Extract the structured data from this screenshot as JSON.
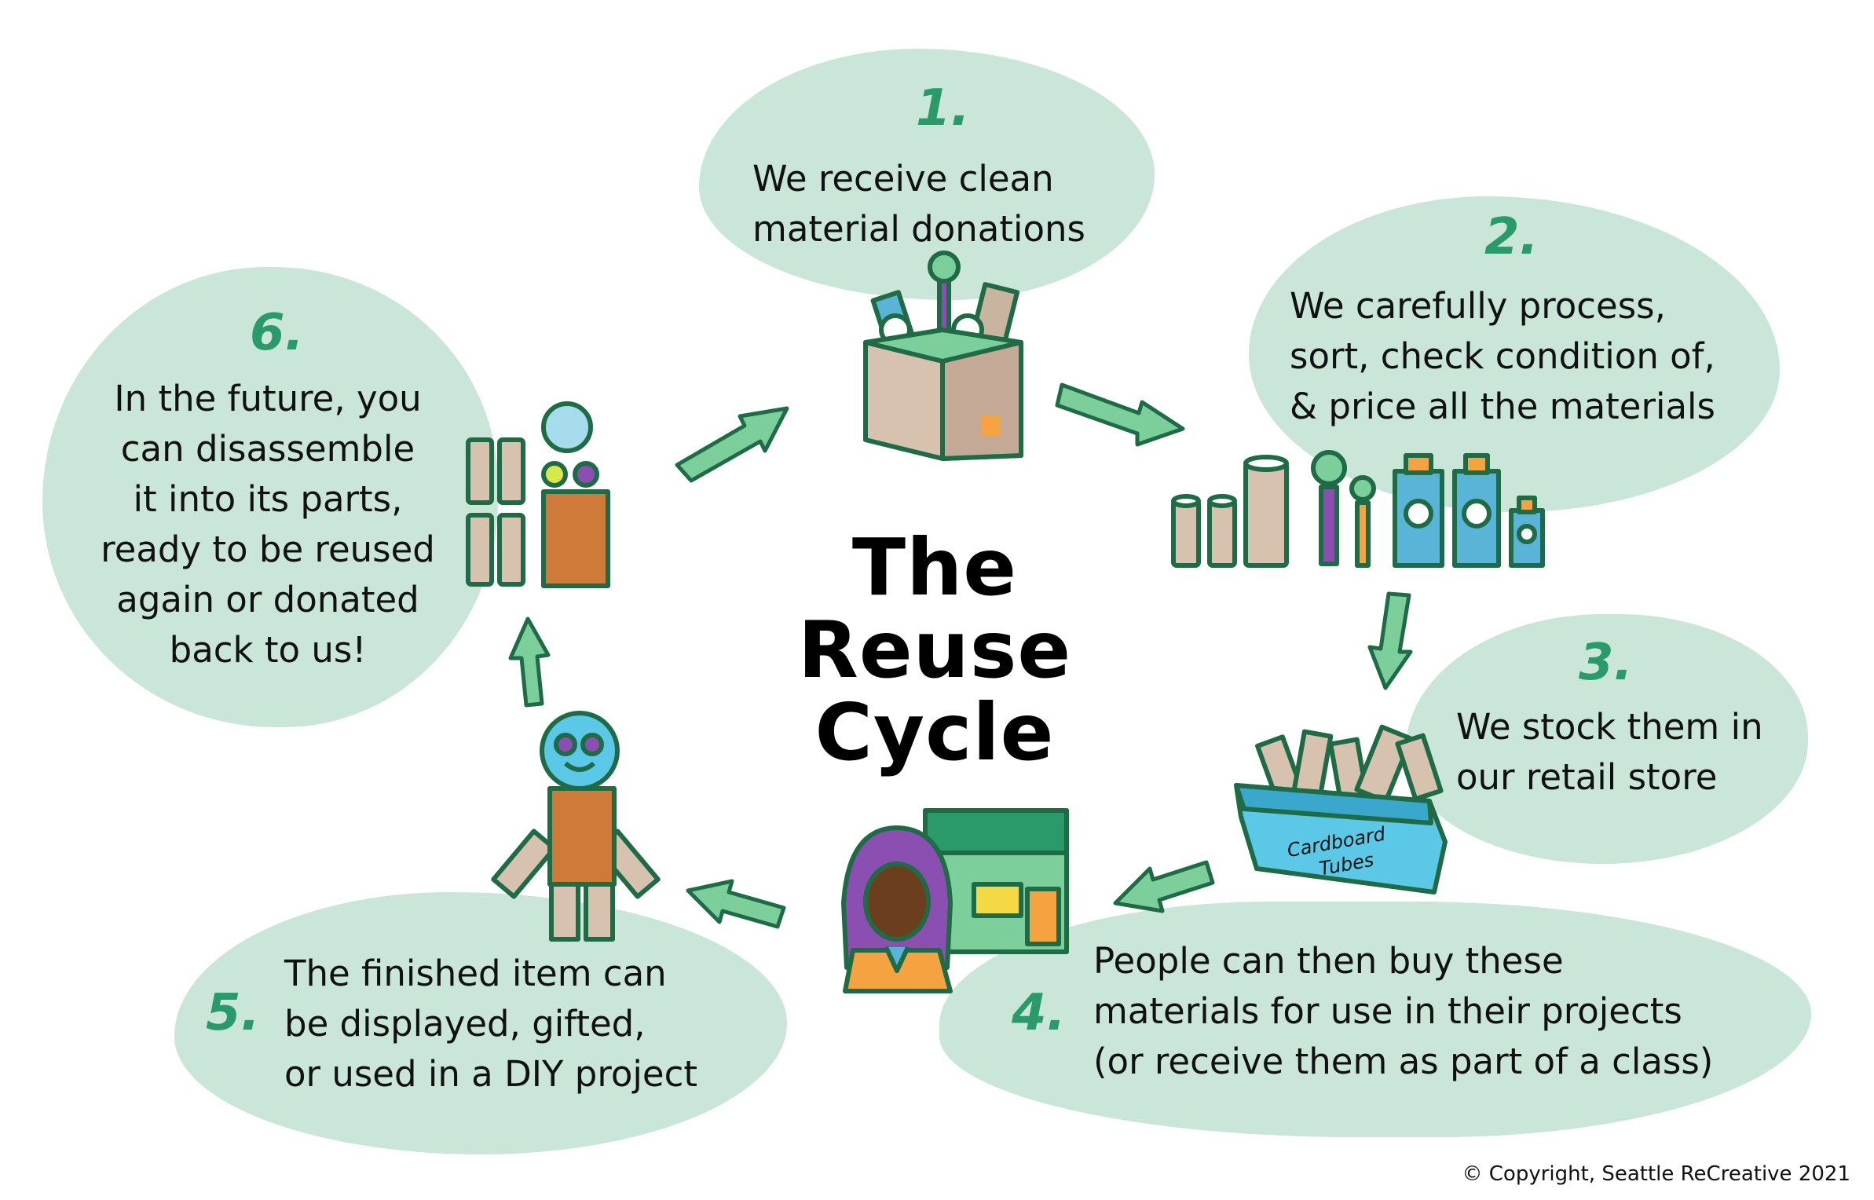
{
  "title": {
    "line1": "The",
    "line2": "Reuse Cycle"
  },
  "steps": [
    {
      "number": "1.",
      "lines": [
        "We receive clean",
        "material donations"
      ]
    },
    {
      "number": "2.",
      "lines": [
        "We carefully process,",
        "sort, check condition of,",
        "& price all the materials"
      ]
    },
    {
      "number": "3.",
      "lines": [
        "We stock them in",
        "our retail store"
      ]
    },
    {
      "number": "4.",
      "lines": [
        "People can then buy these",
        "materials for use in their projects",
        "(or receive them as part of a class)"
      ]
    },
    {
      "number": "5.",
      "lines": [
        "The finished item can",
        "be displayed, gifted,",
        "or used in a DIY project"
      ]
    },
    {
      "number": "6.",
      "lines": [
        "In the future, you",
        "can disassemble",
        "it into its parts,",
        "ready to be reused",
        "again or donated",
        "back to us!"
      ]
    }
  ],
  "crate_label": [
    "Cardboard",
    "Tubes"
  ],
  "copyright": "© Copyright, Seattle ReCreative 2021",
  "colors": {
    "blob": "#c9e6d8",
    "accent_green": "#2a9a6a",
    "arrow_fill": "#7ccf9a",
    "outline": "#1f6b45"
  },
  "icons": [
    "donation-box-icon",
    "sorted-materials-icon",
    "cardboard-tube-crate-icon",
    "shopper-store-icon",
    "tube-robot-icon",
    "disassembled-parts-icon"
  ]
}
